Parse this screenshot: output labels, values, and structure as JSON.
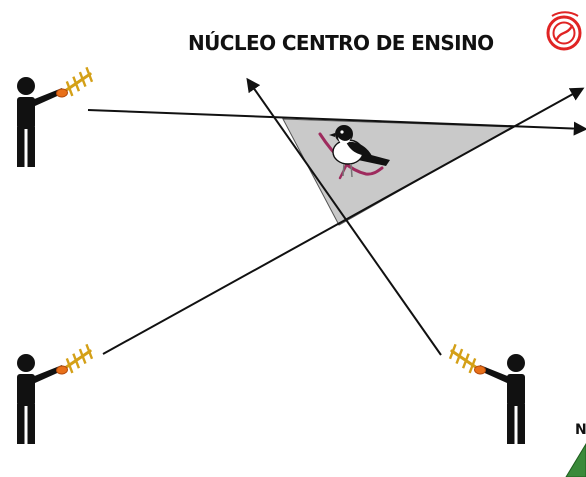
{
  "header": {
    "title": "NÚCLEO CENTRO DE ENSINO",
    "logo_icon": "circle-slash-wave-logo",
    "logo_color": "#e02424"
  },
  "corner_label": "N",
  "observers": [
    {
      "id": "observer-top-left",
      "icon": "person-with-yagi-antenna-icon"
    },
    {
      "id": "observer-bottom-left",
      "icon": "person-with-yagi-antenna-icon"
    },
    {
      "id": "observer-bottom-right",
      "icon": "person-with-yagi-antenna-icon"
    }
  ],
  "bearings": [
    {
      "id": "bearing-line-top-left"
    },
    {
      "id": "bearing-line-bottom-left"
    },
    {
      "id": "bearing-line-bottom-right"
    }
  ],
  "error_polygon": {
    "fill": "#c9c9c9"
  },
  "target": {
    "icon": "bird-on-branch-icon",
    "branch_color": "#9e2b5e"
  },
  "colors": {
    "antenna": "#d4a017",
    "antenna_receiver": "#e8701a",
    "person": "#111111",
    "line": "#111111",
    "corner_triangle": "#3a8a3a"
  }
}
